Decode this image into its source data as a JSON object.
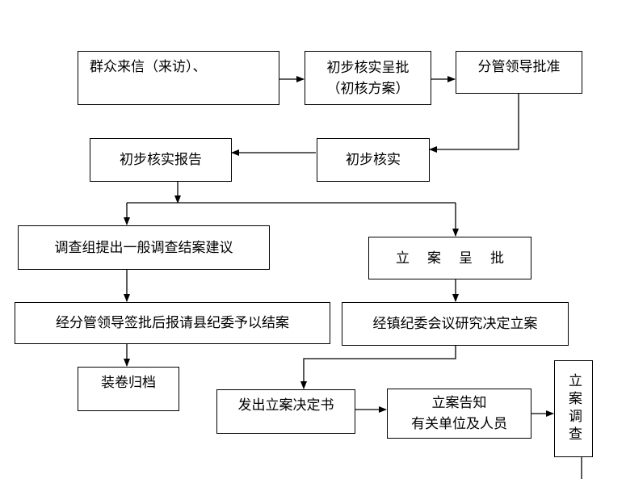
{
  "nodes": {
    "n1": "群众来信（来访）、",
    "n2_l1": "初步核实呈批",
    "n2_l2": "（初核方案）",
    "n3": "分管领导批准",
    "n4": "初步核实报告",
    "n5": "初步核实",
    "n6": "调查组提出一般调查结案建议",
    "n7": "立案呈批",
    "n8": "经分管领导签批后报请县纪委予以结案",
    "n9": "经镇纪委会议研究决定立案",
    "n10": "装卷归档",
    "n11": "发出立案决定书",
    "n12_l1": "立案告知",
    "n12_l2": "有关单位及人员",
    "n13": "立案调查"
  }
}
